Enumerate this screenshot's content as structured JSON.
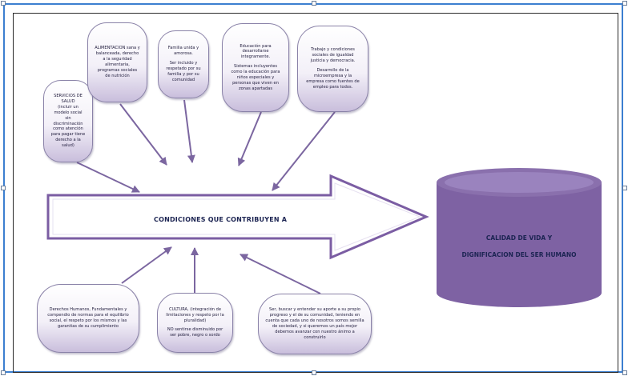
{
  "center_label": "CONDICIONES QUE CONTRIBUYEN A",
  "target": {
    "line1": "CALIDAD DE VIDA Y",
    "line2": "DIGNIFICACION DEL SER HUMANO"
  },
  "colors": {
    "frame": "#3c7fd0",
    "arrow_border": "#7b5da3",
    "cylinder_body": "#7e62a3",
    "cylinder_top": "#9a83be",
    "text": "#1c2452"
  },
  "top_nodes": [
    {
      "text": "SERVICIOS DE SALUD\n(incluir un modelo social sin discriminación como atención para pagar tiene derecho a la salud)",
      "extra": ""
    },
    {
      "text": "ALIMENTACION sana y balanceada, derecho a la seguridad alimentaria, programas sociales de nutrición",
      "extra": ""
    },
    {
      "text": "Familia unida y amorosa.",
      "extra": "Ser incluido y respetado por su familia y por su comunidad"
    },
    {
      "text": "Educación para desarrollarse integramente.",
      "extra": "Sistemas incluyentes como la educación para niños especiales y personas que viven en zonas apartadas"
    },
    {
      "text": "Trabajo y condiciones sociales de igualdad justicia y democracia.",
      "extra": "Desarrollo de la microempresa y la empresa como fuentes de empleo para todos."
    }
  ],
  "bottom_nodes": [
    {
      "text": "Derechos Humanos, Fundamentales y compendio de normas para el equilibrio social, el respeto por los mismos y las garantias de su cumplimiento",
      "extra": ""
    },
    {
      "text": "CULTURA, (integración de limitaciones y respeto por la pluralidad)",
      "extra": "NO sentirse disminuido por ser pobre, negro o sordo"
    },
    {
      "text": "Ser, buscar y entender su aporte a su propio progreso y el de su comunidad, teniendo en cuenta que cada uno de nosotros somos semilla de sociedad, y si queremos un país mejor debemos avanzar con nuestro ánimo a construirlo",
      "extra": ""
    }
  ]
}
